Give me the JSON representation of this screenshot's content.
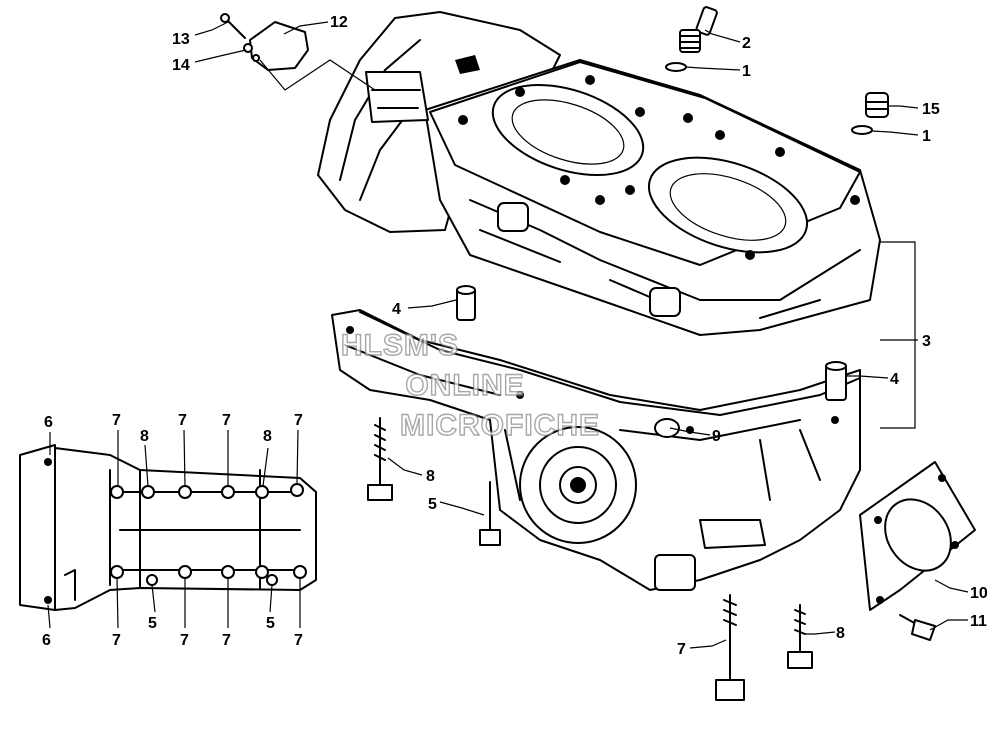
{
  "callouts": [
    {
      "n": "13"
    },
    {
      "n": "12"
    },
    {
      "n": "14"
    },
    {
      "n": "2"
    },
    {
      "n": "1"
    },
    {
      "n": "15"
    },
    {
      "n": "1"
    },
    {
      "n": "3"
    },
    {
      "n": "4"
    },
    {
      "n": "4"
    },
    {
      "n": "9"
    },
    {
      "n": "8"
    },
    {
      "n": "5"
    },
    {
      "n": "10"
    },
    {
      "n": "11"
    },
    {
      "n": "7"
    },
    {
      "n": "8"
    },
    {
      "n": "6"
    },
    {
      "n": "7"
    },
    {
      "n": "8"
    },
    {
      "n": "7"
    },
    {
      "n": "7"
    },
    {
      "n": "8"
    },
    {
      "n": "7"
    },
    {
      "n": "6"
    },
    {
      "n": "7"
    },
    {
      "n": "5"
    },
    {
      "n": "7"
    },
    {
      "n": "7"
    },
    {
      "n": "5"
    },
    {
      "n": "7"
    }
  ],
  "watermark": [
    "HLSM'S",
    "ONLINE",
    "MICROFICHE"
  ]
}
